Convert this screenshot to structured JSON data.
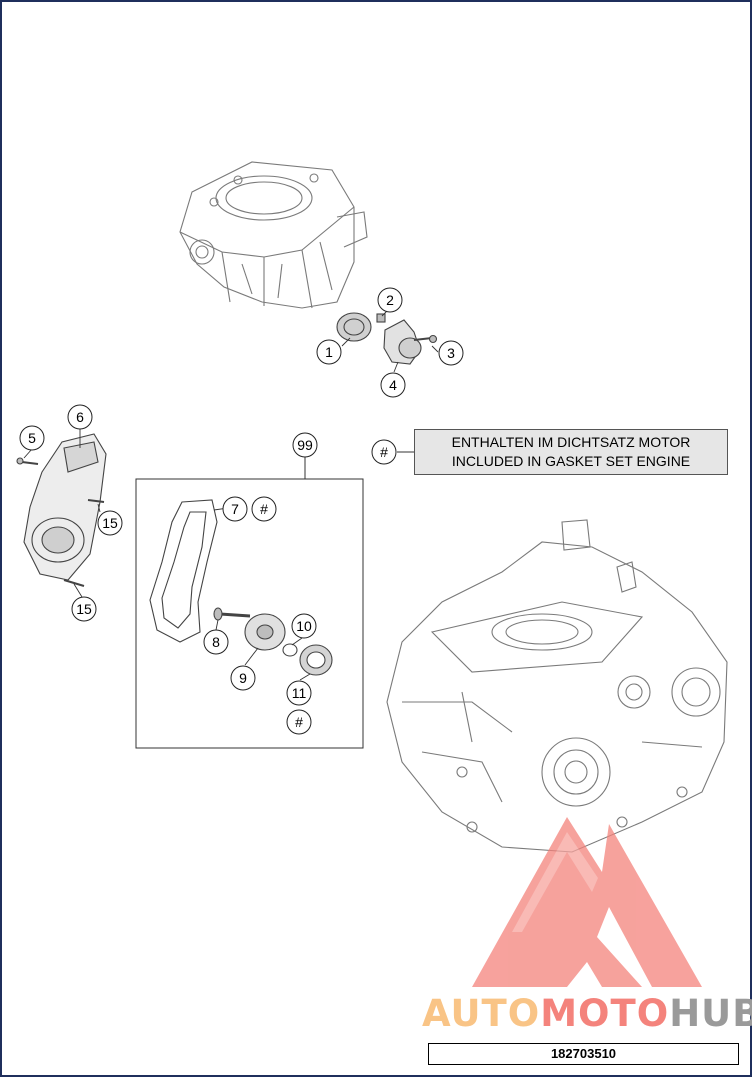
{
  "callouts": [
    "1",
    "2",
    "3",
    "4",
    "5",
    "6",
    "15",
    "15",
    "99",
    "7",
    "#",
    "8",
    "9",
    "10",
    "11",
    "#",
    "#"
  ],
  "note": {
    "line1": "ENTHALTEN IM DICHTSATZ MOTOR",
    "line2": "INCLUDED IN GASKET SET ENGINE"
  },
  "watermark": {
    "part1": "AUTO",
    "part2": "MOTO",
    "part3": "HUB"
  },
  "figure_id": "182703510",
  "colors": {
    "border": "#1f2f5c",
    "line": "#444444",
    "watermark_red": "#f4837c",
    "watermark_orange": "#f9c486",
    "watermark_grey": "#9a9a9a"
  }
}
